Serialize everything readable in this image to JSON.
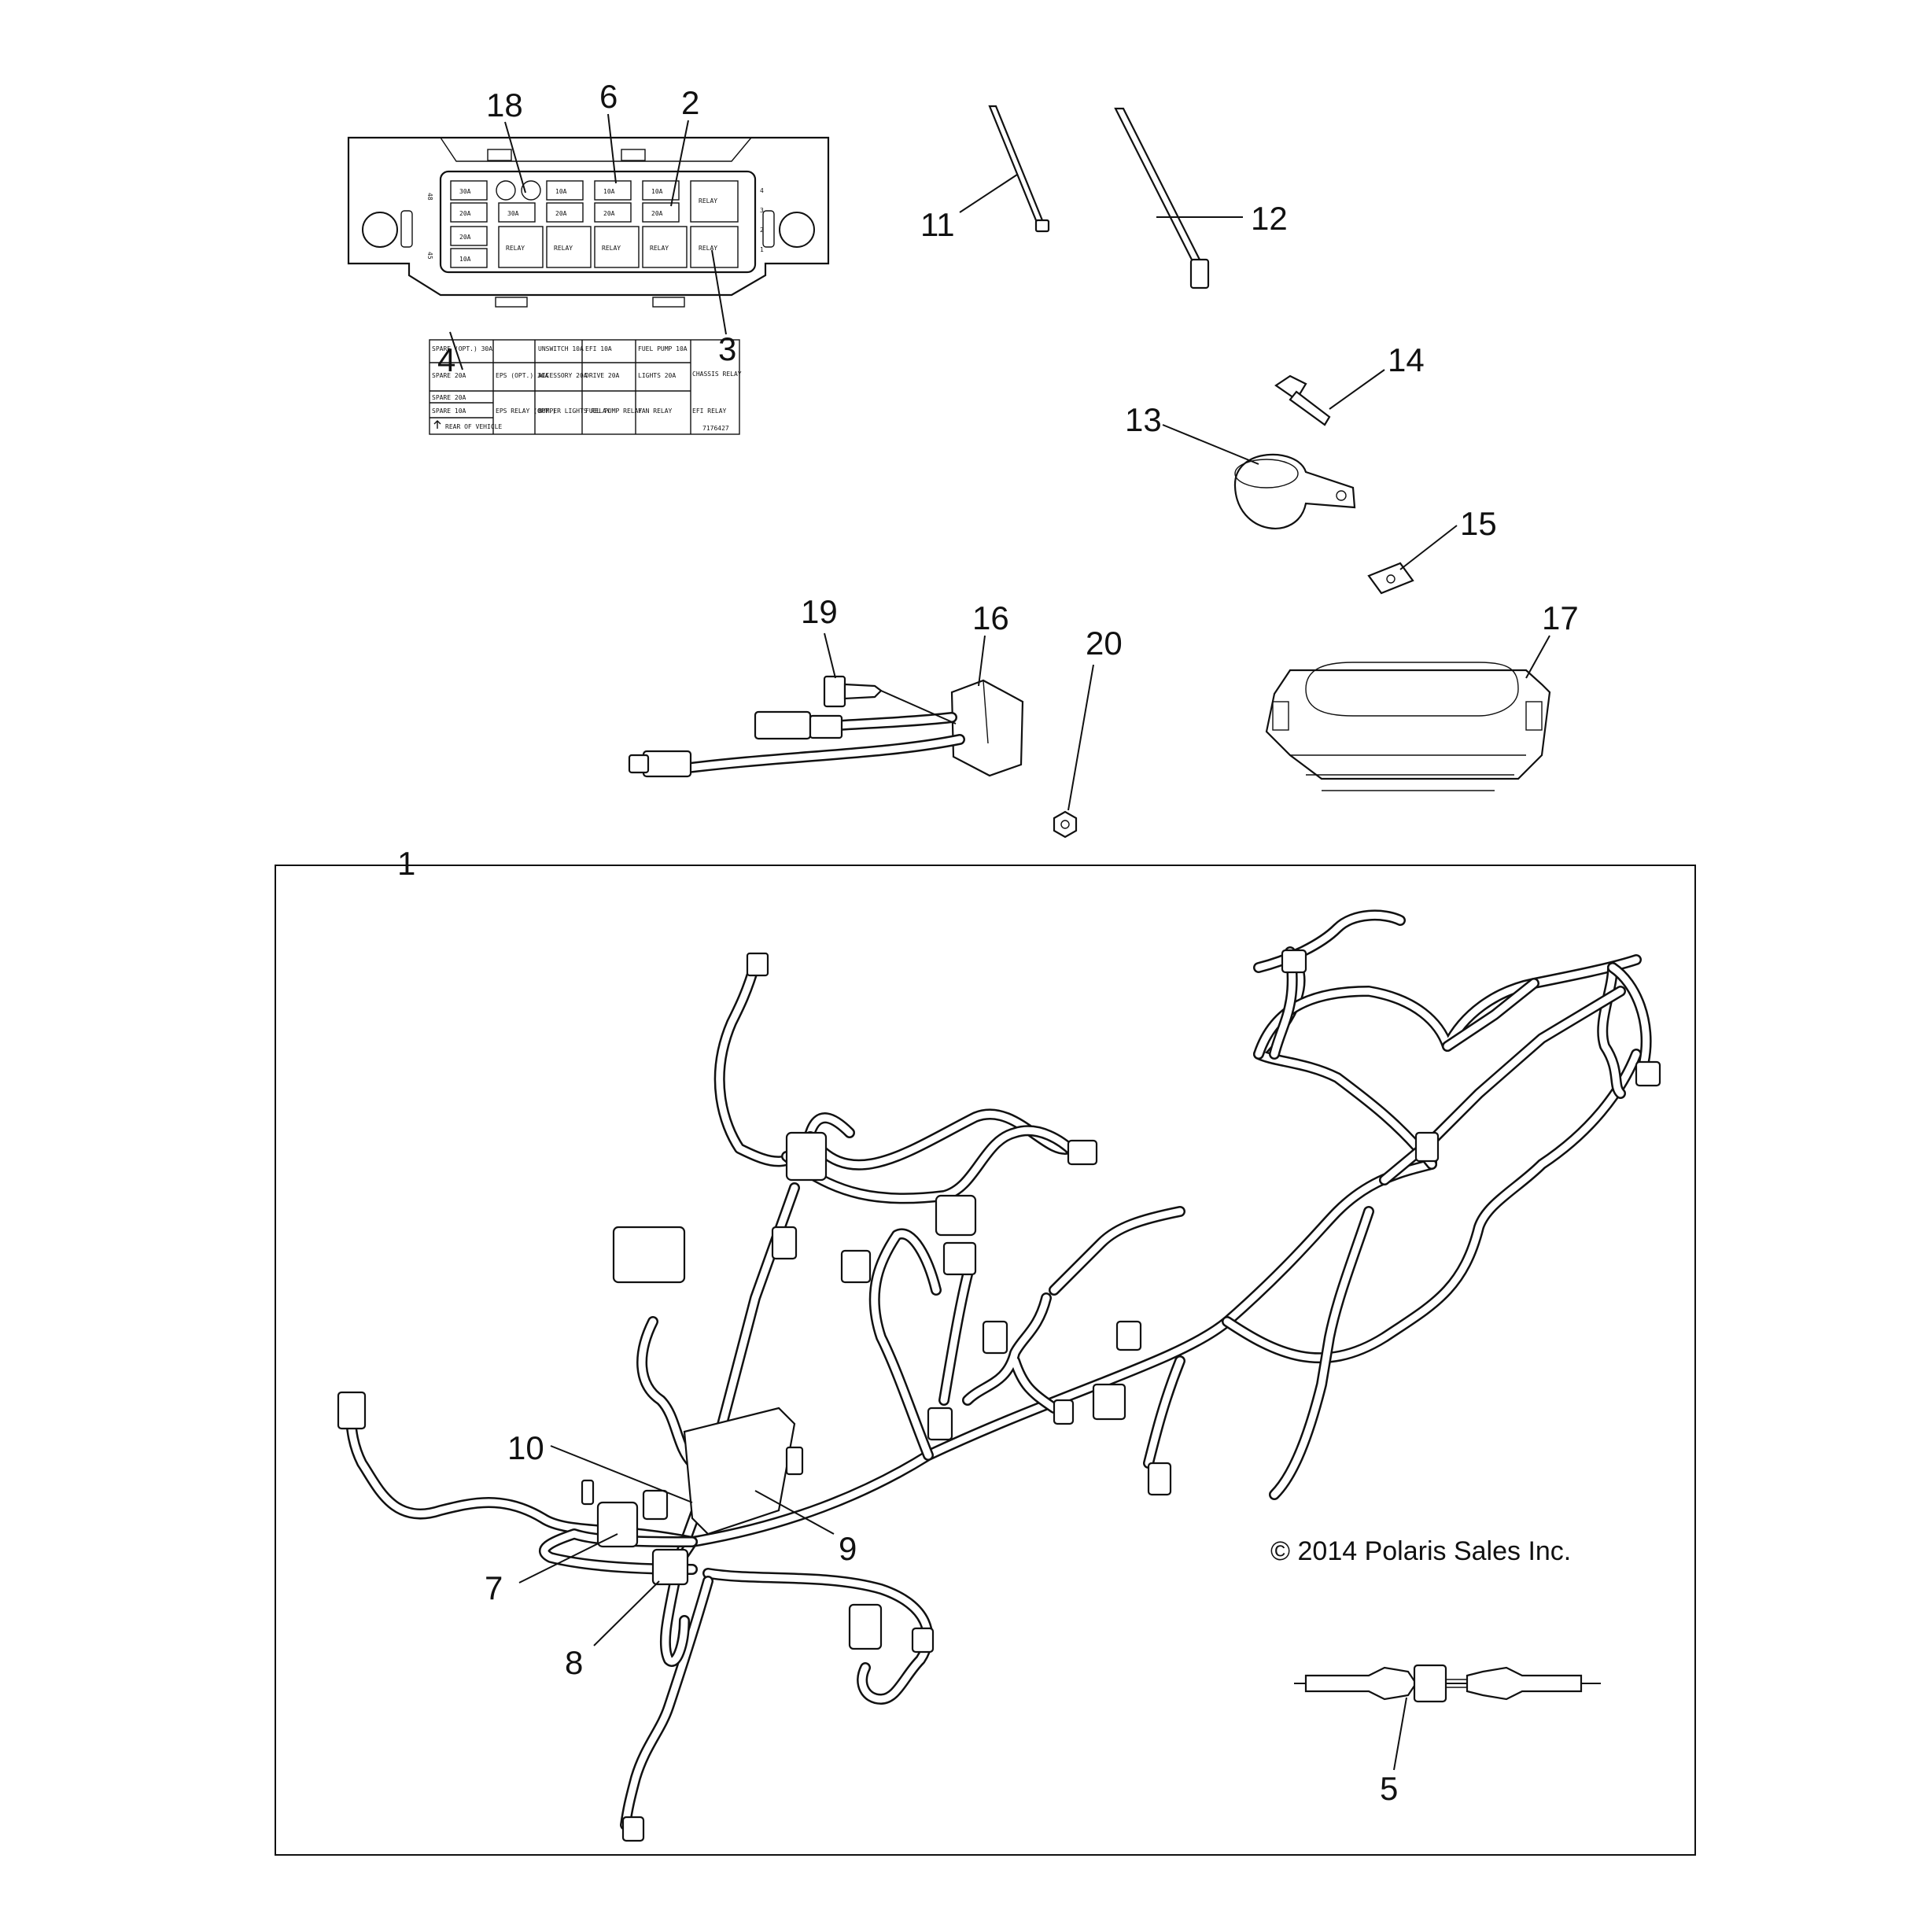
{
  "callouts": {
    "c1": "1",
    "c2": "2",
    "c3": "3",
    "c4": "4",
    "c5": "5",
    "c6": "6",
    "c7": "7",
    "c8": "8",
    "c9": "9",
    "c10": "10",
    "c11": "11",
    "c12": "12",
    "c13": "13",
    "c14": "14",
    "c15": "15",
    "c16": "16",
    "c17": "17",
    "c18": "18",
    "c19": "19",
    "c20": "20"
  },
  "copyright": "© 2014 Polaris Sales Inc.",
  "fuse_box": {
    "side_left_top": "48",
    "side_left_bottom": "45",
    "side_right": [
      "4",
      "3",
      "2",
      "1"
    ],
    "row1": [
      "30A",
      "",
      "10A",
      "10A",
      "10A",
      "RELAY"
    ],
    "row2": [
      "20A",
      "30A",
      "20A",
      "20A",
      "20A"
    ],
    "row3": [
      "20A"
    ],
    "row4": [
      "10A",
      "RELAY",
      "RELAY",
      "RELAY",
      "RELAY",
      "RELAY"
    ]
  },
  "decal": {
    "r1": [
      "SPARE (OPT.) 30A",
      "",
      "UNSWITCH 10A",
      "EFI 10A",
      "FUEL PUMP 10A",
      "CHASSIS RELAY"
    ],
    "r2": [
      "SPARE 20A",
      "EPS (OPT.) 30A",
      "ACCESSORY 20A",
      "DRIVE 20A",
      "LIGHTS 20A"
    ],
    "r3": [
      "SPARE 20A"
    ],
    "r4": [
      "SPARE 10A",
      "EPS RELAY (OPT.)",
      "BUMPER LIGHTS RELAY",
      "FUEL PUMP RELAY",
      "FAN RELAY",
      "EFI RELAY"
    ],
    "r5": [
      "REAR OF VEHICLE"
    ],
    "part_no": "7176427"
  },
  "colors": {
    "line": "#111111",
    "background": "#ffffff"
  }
}
